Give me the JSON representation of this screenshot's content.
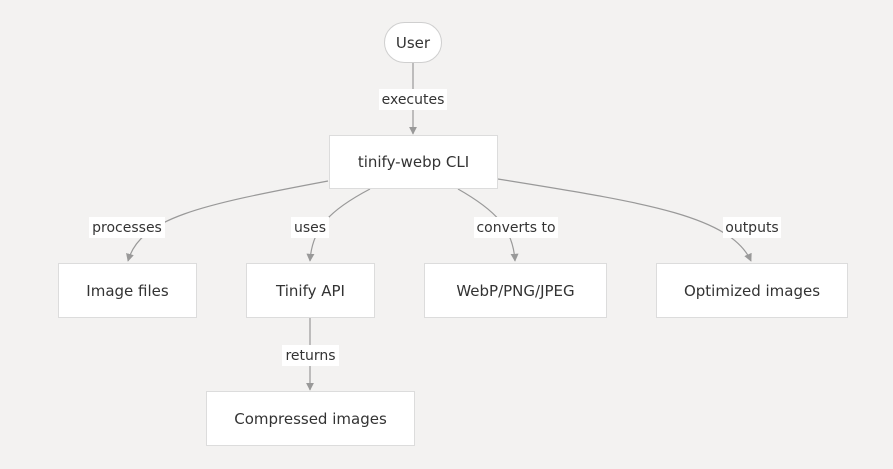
{
  "nodes": {
    "user": "User",
    "cli": "tinify-webp CLI",
    "image_files": "Image files",
    "tinify_api": "Tinify API",
    "formats": "WebP/PNG/JPEG",
    "optimized": "Optimized images",
    "compressed": "Compressed images"
  },
  "edges": {
    "executes": "executes",
    "processes": "processes",
    "uses": "uses",
    "converts_to": "converts to",
    "outputs": "outputs",
    "returns": "returns"
  },
  "colors": {
    "background": "#f3f2f1",
    "node_fill": "#ffffff",
    "node_border": "#dcdcdc",
    "edge": "#999999",
    "text": "#333333"
  }
}
